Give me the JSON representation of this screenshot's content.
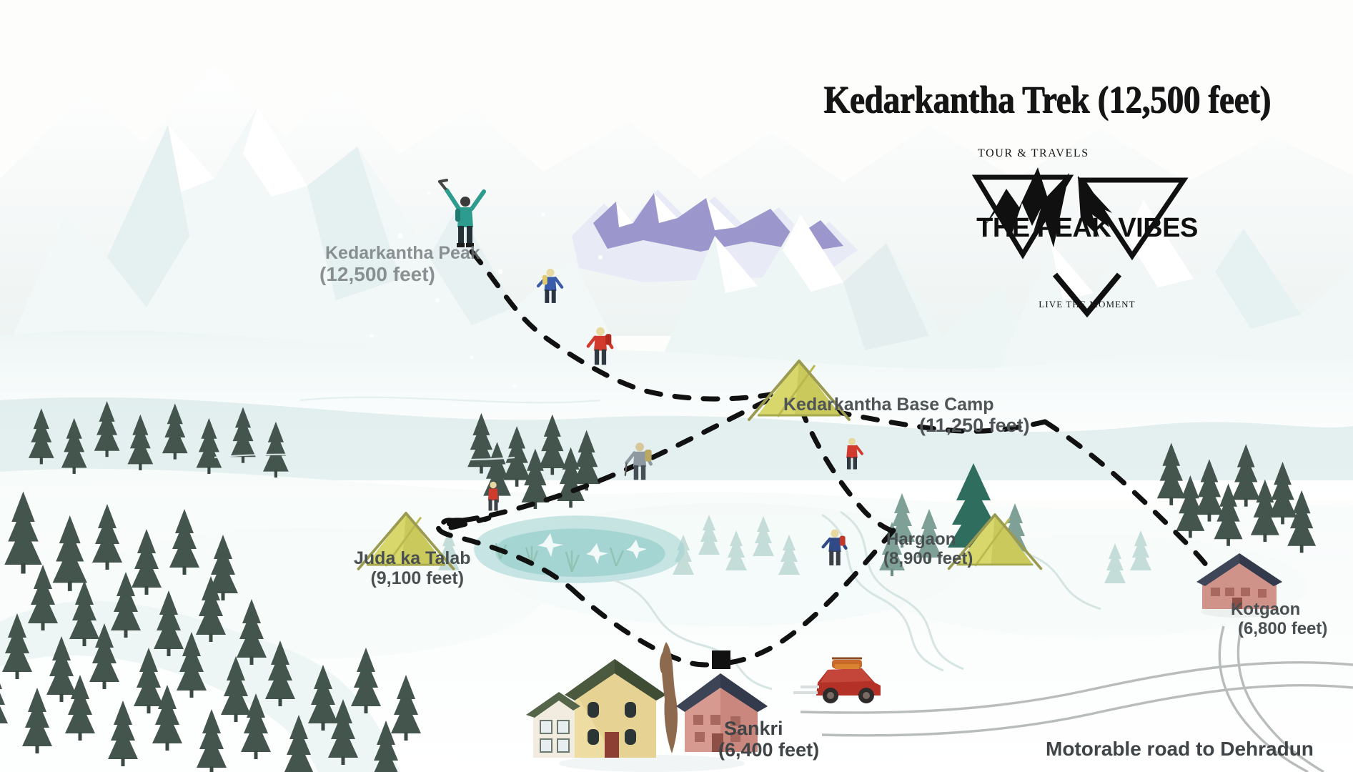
{
  "poster": {
    "title": "Kedarkantha Trek (12,500 feet)",
    "road_label": "Motorable road to Dehradun"
  },
  "brand": {
    "tagline_top": "TOUR & TRAVELS",
    "name": "THE PEAK VIBES",
    "tagline_bottom": "LIVE THE MOMENT",
    "logo_icon": "mountain-peaks-logo"
  },
  "waypoints": [
    {
      "id": "kedarkantha-peak",
      "name": "Kedarkantha Peak",
      "elevation": "(12,500 feet)",
      "marker": "summit-flag"
    },
    {
      "id": "kedarkantha-base-camp",
      "name": "Kedarkantha Base Camp",
      "elevation": "(11,250 feet)",
      "marker": "tent"
    },
    {
      "id": "juda-ka-talab",
      "name": "Juda ka Talab",
      "elevation": "(9,100 feet)",
      "marker": "tent"
    },
    {
      "id": "hargaon",
      "name": "Hargaon",
      "elevation": "(8,900 feet)",
      "marker": "tent"
    },
    {
      "id": "kotgaon",
      "name": "Kotgaon",
      "elevation": "(6,800 feet)",
      "marker": "house"
    },
    {
      "id": "sankri",
      "name": "Sankri",
      "elevation": "(6,400 feet)",
      "marker": "village"
    }
  ],
  "colors": {
    "ink": "#151515",
    "label_text": "#4a4f52",
    "route_dash": "#111111",
    "tent": "#c8c85a",
    "snow": "#ffffff",
    "ridge_far": "#eef3f3",
    "ridge_mid": "#d9e7e7",
    "ridge_near": "#c4dada",
    "forest_dark": "#43554d",
    "forest_mid": "#7d9a8f",
    "rock_violet": "#8a86c4",
    "house_cream": "#eedfa8",
    "house_pink": "#d79a90",
    "roof_green": "#4b5a3f",
    "roof_navy": "#3d4456",
    "vehicle_red": "#b33127",
    "water": "#9fd2cf"
  },
  "scenery": {
    "vehicle": "red-suv",
    "trekkers": [
      "summit-trekker-teal",
      "trekker-blue",
      "trekker-red",
      "trekker-grey",
      "trekker-red-small",
      "trekker-navy"
    ],
    "route_style": "dashed-black"
  }
}
